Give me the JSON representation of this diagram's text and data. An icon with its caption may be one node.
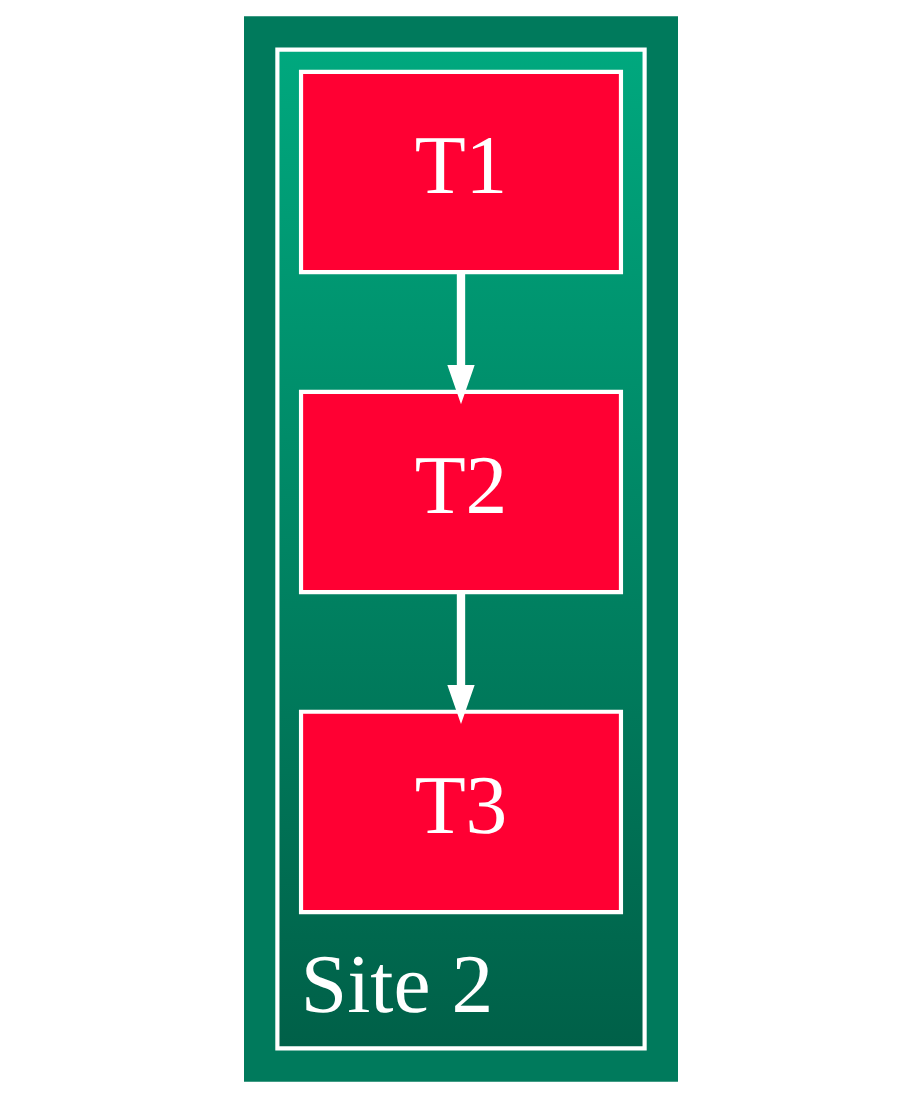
{
  "diagram": {
    "nodes": [
      {
        "text": [
          "Site 2"
        ]
      },
      {
        "text": [
          "T1"
        ],
        "in": 0
      },
      {
        "text": [
          "T2"
        ],
        "in": 0
      },
      {
        "text": [
          "T3"
        ],
        "in": 0
      }
    ],
    "edges": [
      {
        "from": 1,
        "to": 2,
        "arrow": "to"
      },
      {
        "from": 2,
        "to": 3,
        "arrow": "to"
      }
    ]
  }
}
